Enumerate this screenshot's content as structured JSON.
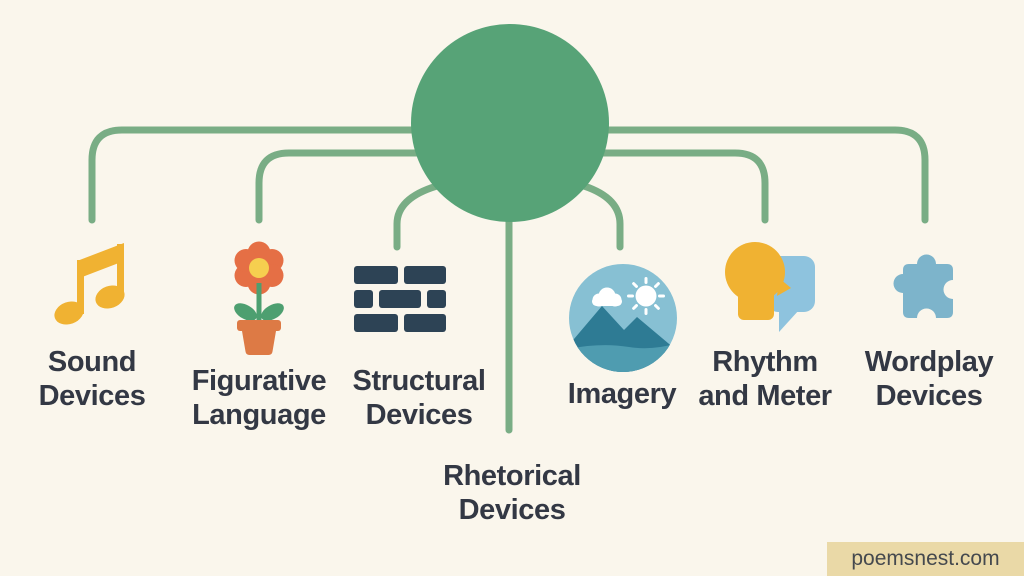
{
  "diagram": {
    "topic": "poetic devices mind map",
    "central_node_text": ""
  },
  "nodes": [
    {
      "id": "sound-devices",
      "label": "Sound\nDevices",
      "icon": "music-note-icon"
    },
    {
      "id": "figurative-language",
      "label": "Figurative\nLanguage",
      "icon": "flower-pot-icon"
    },
    {
      "id": "structural-devices",
      "label": "Structural\nDevices",
      "icon": "brick-wall-icon"
    },
    {
      "id": "rhetorical-devices",
      "label": "Rhetorical\nDevices",
      "icon": null
    },
    {
      "id": "imagery",
      "label": "Imagery",
      "icon": "landscape-icon"
    },
    {
      "id": "rhythm-and-meter",
      "label": "Rhythm\nand Meter",
      "icon": "head-speech-bubble-icon"
    },
    {
      "id": "wordplay-devices",
      "label": "Wordplay\nDevices",
      "icon": "puzzle-piece-icon"
    }
  ],
  "watermark": {
    "text": "poemsnest.com"
  },
  "colors": {
    "bg": "#faf6ec",
    "line-green": "#79ad85",
    "circle-green": "#57a377",
    "text-dark": "#333844",
    "gold": "#f0b232",
    "orange": "#e56f45",
    "flower-yellow": "#f6cf4f",
    "leaf-green": "#4d9f70",
    "pot-orange": "#dd7a45",
    "navy": "#2d4355",
    "sky-blue": "#87c0d3",
    "mountain-teal": "#2e7b94",
    "water-teal": "#4f9cb0",
    "icon-white": "#ffffff",
    "bubble-blue": "#8ec3de",
    "puzzle-blue": "#7db4cb",
    "watermark-bg": "#ead9a7",
    "watermark-text": "#45494e"
  }
}
